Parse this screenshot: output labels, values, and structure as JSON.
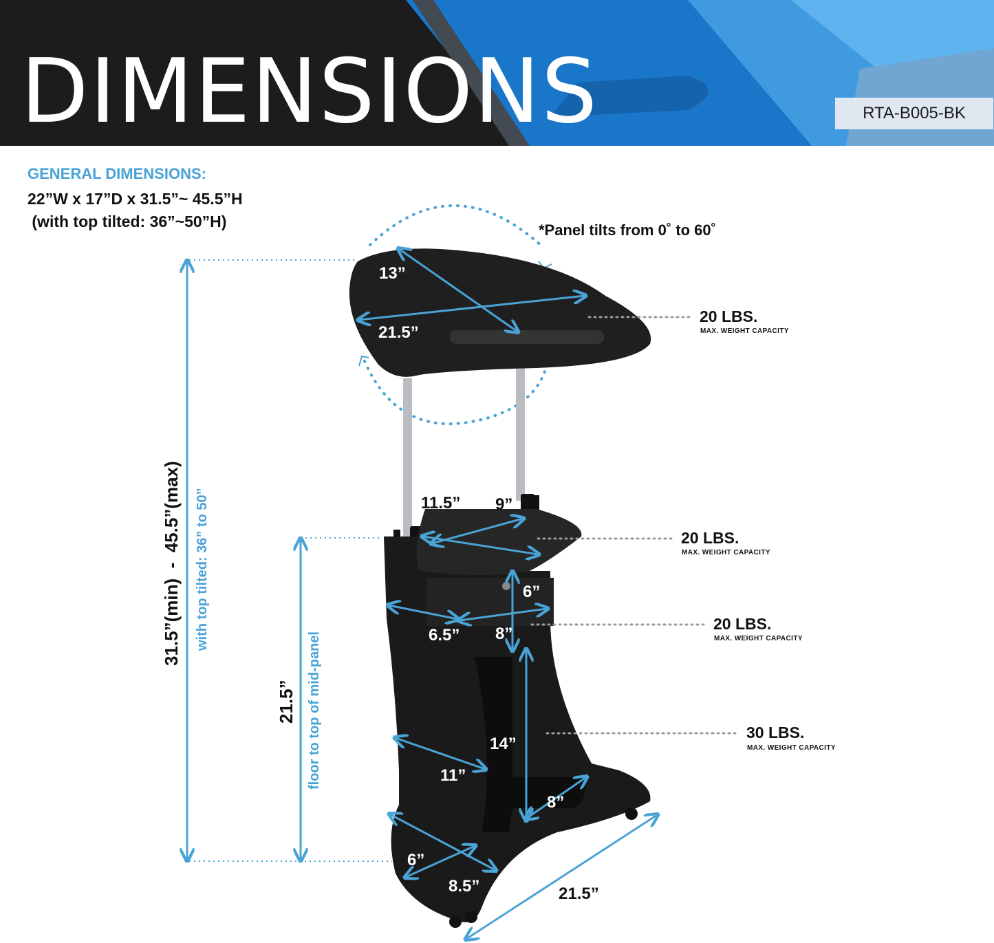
{
  "header": {
    "title": "DIMENSIONS",
    "model": "RTA-B005-BK"
  },
  "general": {
    "heading": "GENERAL DIMENSIONS:",
    "line1": "22”W x 17”D x 31.5”~ 45.5”H",
    "line2": " (with top tilted: 36”~50”H)"
  },
  "tilt_note": "*Panel tilts from 0˚ to 60˚",
  "dimensions": {
    "top_depth": "13”",
    "top_width": "21.5”",
    "mid_width": "11.5”",
    "mid_depth": "9”",
    "drawer_height": "6”",
    "drawer_width": "6.5”",
    "drawer_depth": "8”",
    "cabinet_width": "11”",
    "cabinet_height": "14”",
    "cabinet_depth": "8”",
    "base_left": "6”",
    "base_right": "8.5”",
    "base_width": "21.5”"
  },
  "capacities": [
    {
      "value": "20 LBS.",
      "label": "MAX. WEIGHT CAPACITY"
    },
    {
      "value": "20 LBS.",
      "label": "MAX. WEIGHT CAPACITY"
    },
    {
      "value": "20 LBS.",
      "label": "MAX. WEIGHT CAPACITY"
    },
    {
      "value": "30 LBS.",
      "label": "MAX. WEIGHT CAPACITY"
    }
  ],
  "height_labels": {
    "total": "31.5”(min)  -  45.5”(max)",
    "tilted": "with top tilted: 36” to 50”",
    "mid": "21.5”",
    "mid_caption": "floor to top of mid-panel"
  },
  "colors": {
    "accent": "#4aa3d6",
    "header_dark": "#1c1c1c",
    "header_blue": "#1976c9",
    "furniture": "#1a1a1a"
  }
}
